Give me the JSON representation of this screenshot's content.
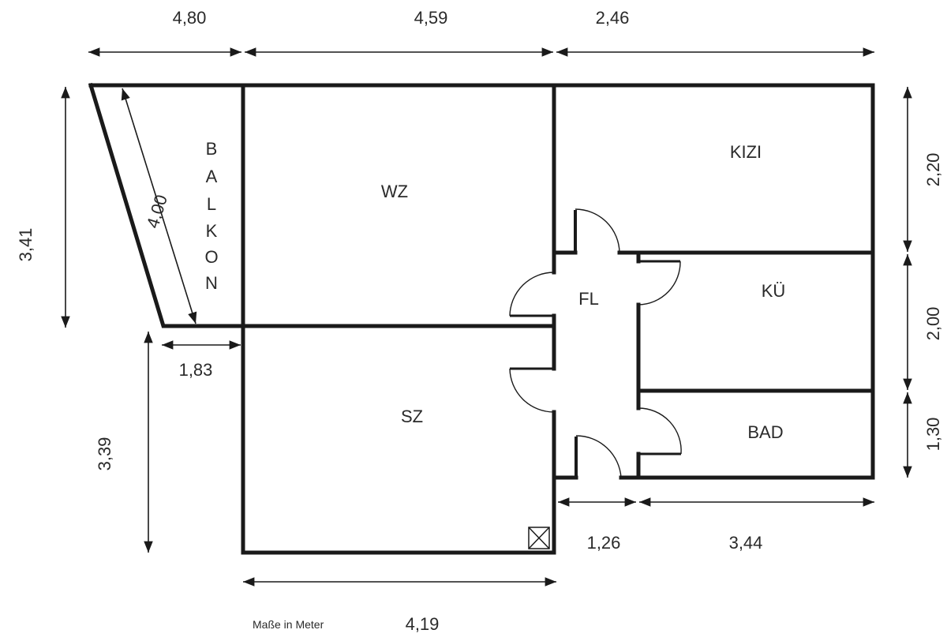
{
  "rooms": {
    "balkon_letters": [
      "B",
      "A",
      "L",
      "K",
      "O",
      "N"
    ],
    "wz": "WZ",
    "kizi": "KIZI",
    "fl": "FL",
    "ku": "KÜ",
    "sz": "SZ",
    "bad": "BAD"
  },
  "dimensions": {
    "top_left": "4,80",
    "top_middle": "4,59",
    "top_right": "2,46",
    "left_upper": "3,41",
    "balkon_diagonal": "4,00",
    "balkon_bottom": "1,83",
    "left_lower": "3,39",
    "right_kizi": "2,20",
    "right_ku": "2,00",
    "right_bad": "1,30",
    "bottom_fl": "1,26",
    "bottom_bad": "3,44",
    "bottom_sz": "4,19"
  },
  "note": "Maße in Meter",
  "colors": {
    "line": "#1a1a1a",
    "text": "#2a2a2a"
  }
}
